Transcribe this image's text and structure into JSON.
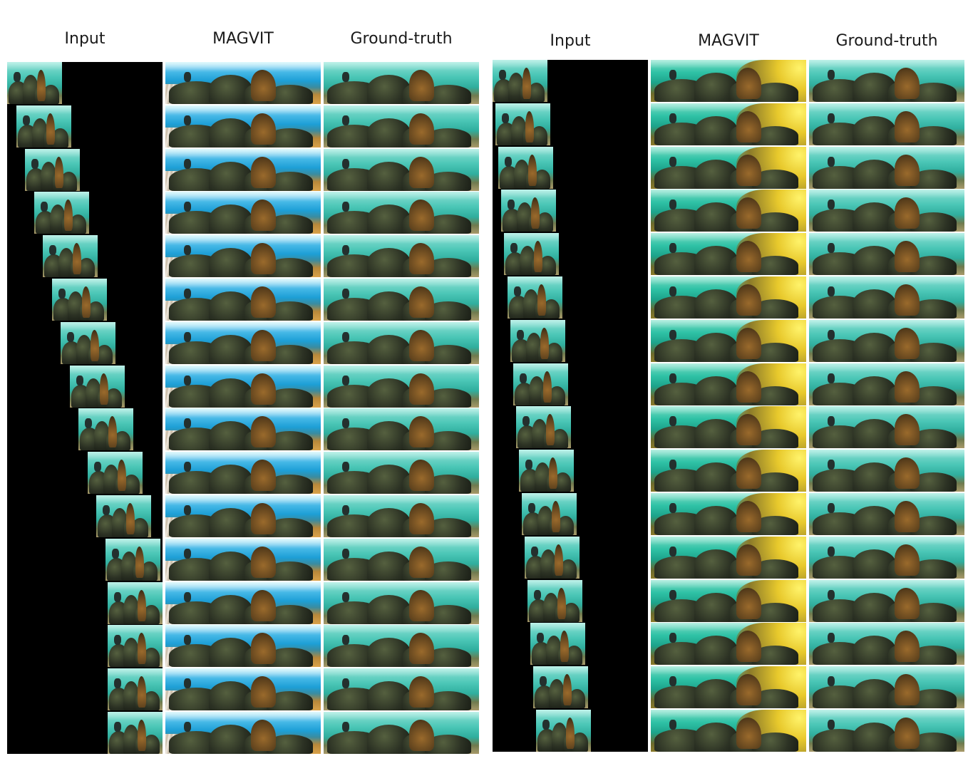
{
  "figure": {
    "left_group": {
      "headers": {
        "input": "Input",
        "magvit": "MAGVIT",
        "ground_truth": "Ground-truth"
      }
    },
    "right_group": {
      "headers": {
        "input": "Input",
        "magvit": "MAGVIT",
        "ground_truth": "Ground-truth"
      }
    }
  },
  "colors": {
    "background": "#ffffff",
    "input_mask": "#000000",
    "underwater_teal": "#2fae9e",
    "magvit_left_blue": "#1d9fd6",
    "magvit_right_yellow": "#e8c92c"
  }
}
